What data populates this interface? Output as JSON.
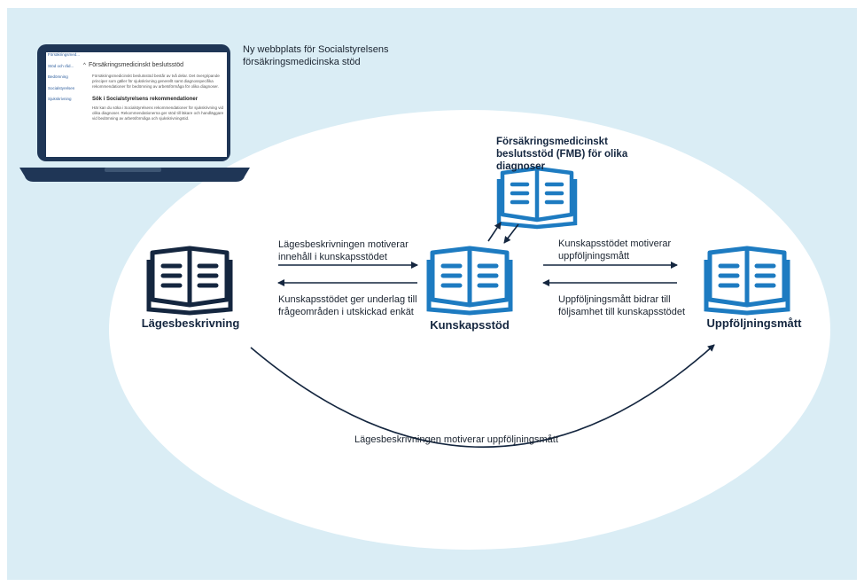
{
  "colors": {
    "background": "#daedf5",
    "ellipse": "#ffffff",
    "navy": "#14263f",
    "blue": "#1d7bc1",
    "laptop": "#1f3656"
  },
  "laptop": {
    "caption": "Ny webbplats för Socialstyrelsens försäkringsmedicinska stöd",
    "screen": {
      "sidebar": [
        "Försäkringsmed...",
        "Stöd och råd...",
        "Bedömning",
        "Socialstyrelsen",
        "Sjukskrivning"
      ],
      "title": "Försäkringsmedicinskt beslutsstöd",
      "intro": "Försäkringsmedicinskt beslutsstöd består av två delar. Det övergripande principer som gäller för sjukskrivning generellt samt diagnosspecifika rekommendationer för bedömning av arbetsförmåga för olika diagnoser.",
      "subheading": "Sök i Socialstyrelsens rekommendationer",
      "body": "Här kan du söka i Socialstyrelsens rekommendationer för sjukskrivning vid olika diagnoser. Rekommendationerna ger stöd till läkare och handläggare vid bedömning av arbetsförmåga och sjukskrivningstid."
    }
  },
  "nodes": {
    "lagesbeskrivning": "Lägesbeskrivning",
    "kunskapsstod": "Kunskapsstöd",
    "uppfoljningsmatt": "Uppföljningsmått",
    "fmb": "Försäkringsmedicinskt beslutsstöd (FMB) för olika diagnoser"
  },
  "edges": {
    "l_to_k": "Lägesbeskrivningen motiverar innehåll i kunskapsstödet",
    "k_to_l": "Kunskapsstödet ger underlag till frågeområden i utskickad enkät",
    "k_to_u": "Kunskapsstödet motiverar uppföljningsmått",
    "u_to_k": "Uppföljningsmått bidrar till följsamhet till kunskapsstödet",
    "l_to_u": "Lägesbeskrivningen motiverar uppföljningsmått"
  }
}
